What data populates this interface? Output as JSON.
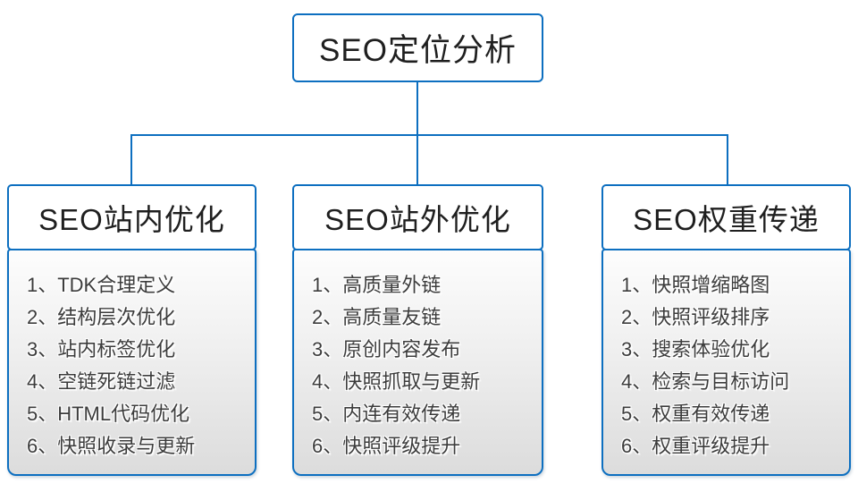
{
  "diagram": {
    "root": {
      "title": "SEO定位分析"
    },
    "columns": [
      {
        "header": "SEO站内优化",
        "items": [
          "1、TDK合理定义",
          "2、结构层次优化",
          "3、站内标签优化",
          "4、空链死链过滤",
          "5、HTML代码优化",
          "6、快照收录与更新"
        ]
      },
      {
        "header": "SEO站外优化",
        "items": [
          "1、高质量外链",
          "2、高质量友链",
          "3、原创内容发布",
          "4、快照抓取与更新",
          "5、内连有效传递",
          "6、快照评级提升"
        ]
      },
      {
        "header": "SEO权重传递",
        "items": [
          "1、快照增缩略图",
          "2、快照评级排序",
          "3、搜索体验优化",
          "4、检索与目标访问",
          "5、权重有效传递",
          "6、权重评级提升"
        ]
      }
    ],
    "colors": {
      "border_blue": "#0d6fc0",
      "header_text": "#1f1f1f",
      "list_text": "#3c3c3c",
      "list_gradient_top": "#fdfdfd",
      "list_gradient_bottom": "#dcdcdc"
    }
  }
}
